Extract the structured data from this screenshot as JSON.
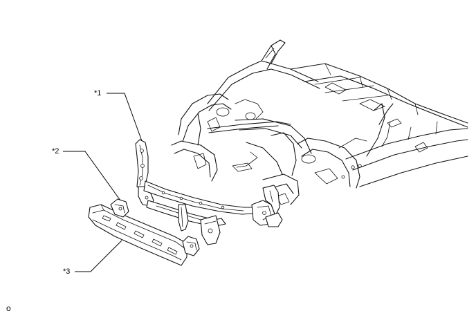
{
  "callouts": [
    {
      "id": "1",
      "label": "*1"
    },
    {
      "id": "2",
      "label": "*2"
    },
    {
      "id": "3",
      "label": "*3"
    }
  ],
  "footer_code": "o"
}
